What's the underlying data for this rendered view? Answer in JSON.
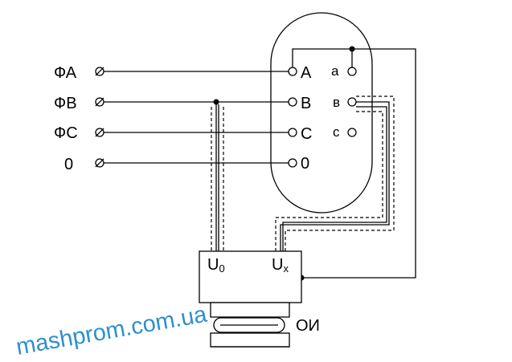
{
  "inputs": {
    "phase_a": "ФА",
    "phase_b": "ФВ",
    "phase_c": "ФС",
    "neutral": "0"
  },
  "winding_block": {
    "primary_a": "A",
    "primary_b": "B",
    "primary_c": "C",
    "primary_0": "0",
    "secondary_a": "a",
    "secondary_b": "в",
    "secondary_c": "c"
  },
  "measuring_device": {
    "u0_label": "U",
    "u0_sub": "0",
    "ux_label": "U",
    "ux_sub": "x"
  },
  "test_object_label": "ОИ",
  "watermark": "mashprom.com.ua",
  "colors": {
    "watermark": "#2f8fce",
    "lines": "#000000"
  }
}
